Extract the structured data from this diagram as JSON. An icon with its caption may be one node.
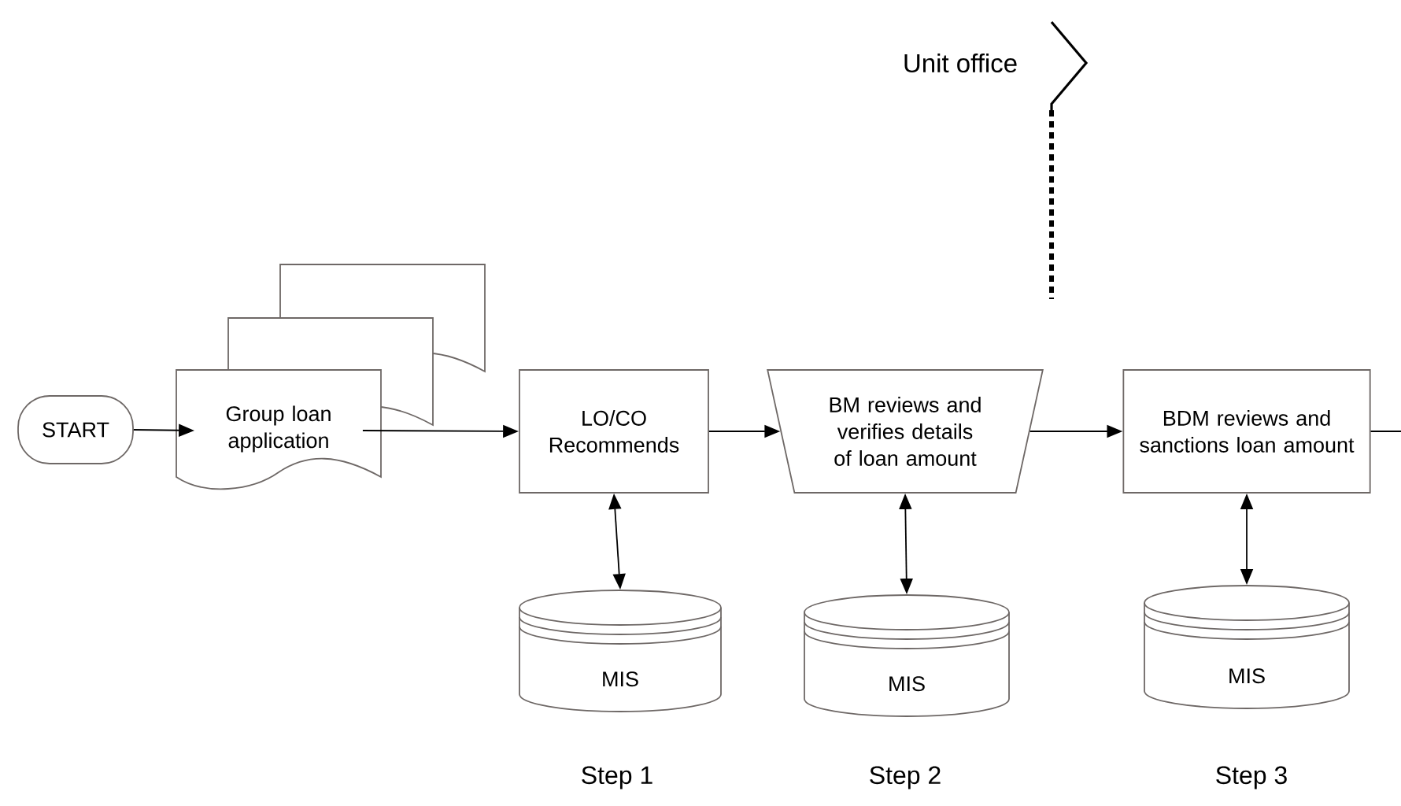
{
  "diagram": {
    "nodes": [
      {
        "text": [
          "START"
        ]
      },
      {
        "text": [
          "Group loan application"
        ]
      },
      {
        "text": [
          "LO/CO Recommends"
        ]
      },
      {
        "text": [
          "BM reviews and verifies details of loan amount"
        ]
      },
      {
        "text": [
          "BDM reviews and sanctions loan amount"
        ]
      },
      {
        "text": [
          "MIS"
        ]
      },
      {
        "text": [
          "MIS"
        ]
      },
      {
        "text": [
          "MIS"
        ]
      }
    ],
    "edges": [
      {
        "from": 0,
        "to": 1,
        "arrow": "to"
      },
      {
        "from": 1,
        "to": 2,
        "arrow": "to"
      },
      {
        "from": 2,
        "to": 3,
        "arrow": "to"
      },
      {
        "from": 3,
        "to": 4,
        "arrow": "to"
      },
      {
        "from": 4,
        "to": null,
        "arrow": "none"
      },
      {
        "from": 2,
        "to": 5,
        "arrow": "both"
      },
      {
        "from": 3,
        "to": 6,
        "arrow": "both"
      },
      {
        "from": 4,
        "to": 7,
        "arrow": "both"
      }
    ],
    "labels": [
      "Unit office",
      "Step 1",
      "Step 2",
      "Step 3"
    ]
  }
}
